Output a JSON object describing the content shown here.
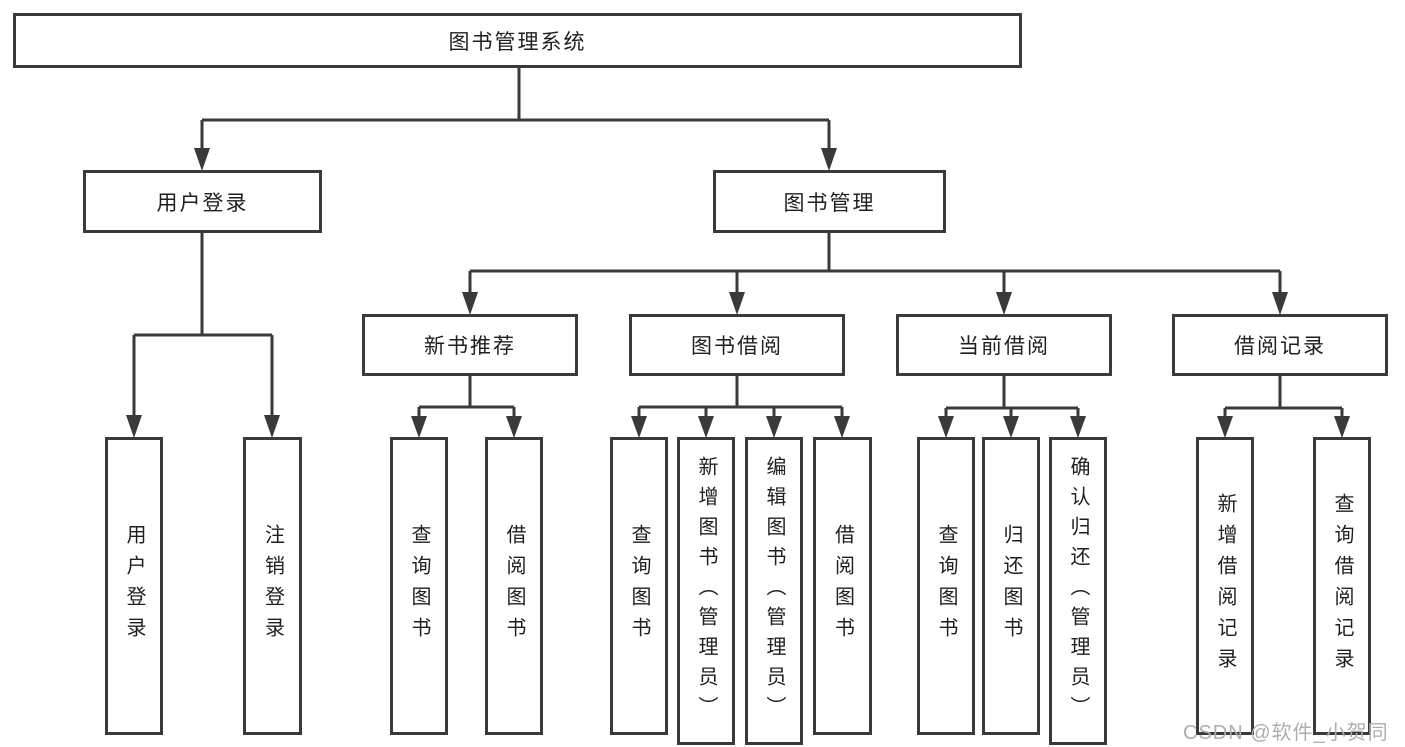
{
  "diagram": {
    "title": "图书管理系统",
    "colors": {
      "line": "#3a3a3a",
      "text": "#1f1f1f",
      "background": "#ffffff",
      "watermark": "#aeaeae"
    },
    "tree": {
      "root": {
        "label": "图书管理系统",
        "children": [
          {
            "label": "用户登录",
            "children": [
              {
                "label": "用户登录"
              },
              {
                "label": "注销登录"
              }
            ]
          },
          {
            "label": "图书管理",
            "children": [
              {
                "label": "新书推荐",
                "children": [
                  {
                    "label": "查询图书"
                  },
                  {
                    "label": "借阅图书"
                  }
                ]
              },
              {
                "label": "图书借阅",
                "children": [
                  {
                    "label": "查询图书"
                  },
                  {
                    "label": "新增图书（管理员）"
                  },
                  {
                    "label": "编辑图书（管理员）"
                  },
                  {
                    "label": "借阅图书"
                  }
                ]
              },
              {
                "label": "当前借阅",
                "children": [
                  {
                    "label": "查询图书"
                  },
                  {
                    "label": "归还图书"
                  },
                  {
                    "label": "确认归还（管理员）"
                  }
                ]
              },
              {
                "label": "借阅记录",
                "children": [
                  {
                    "label": "新增借阅记录"
                  },
                  {
                    "label": "查询借阅记录"
                  }
                ]
              }
            ]
          }
        ]
      }
    },
    "watermark": "CSDN @软件_小贺同学"
  }
}
